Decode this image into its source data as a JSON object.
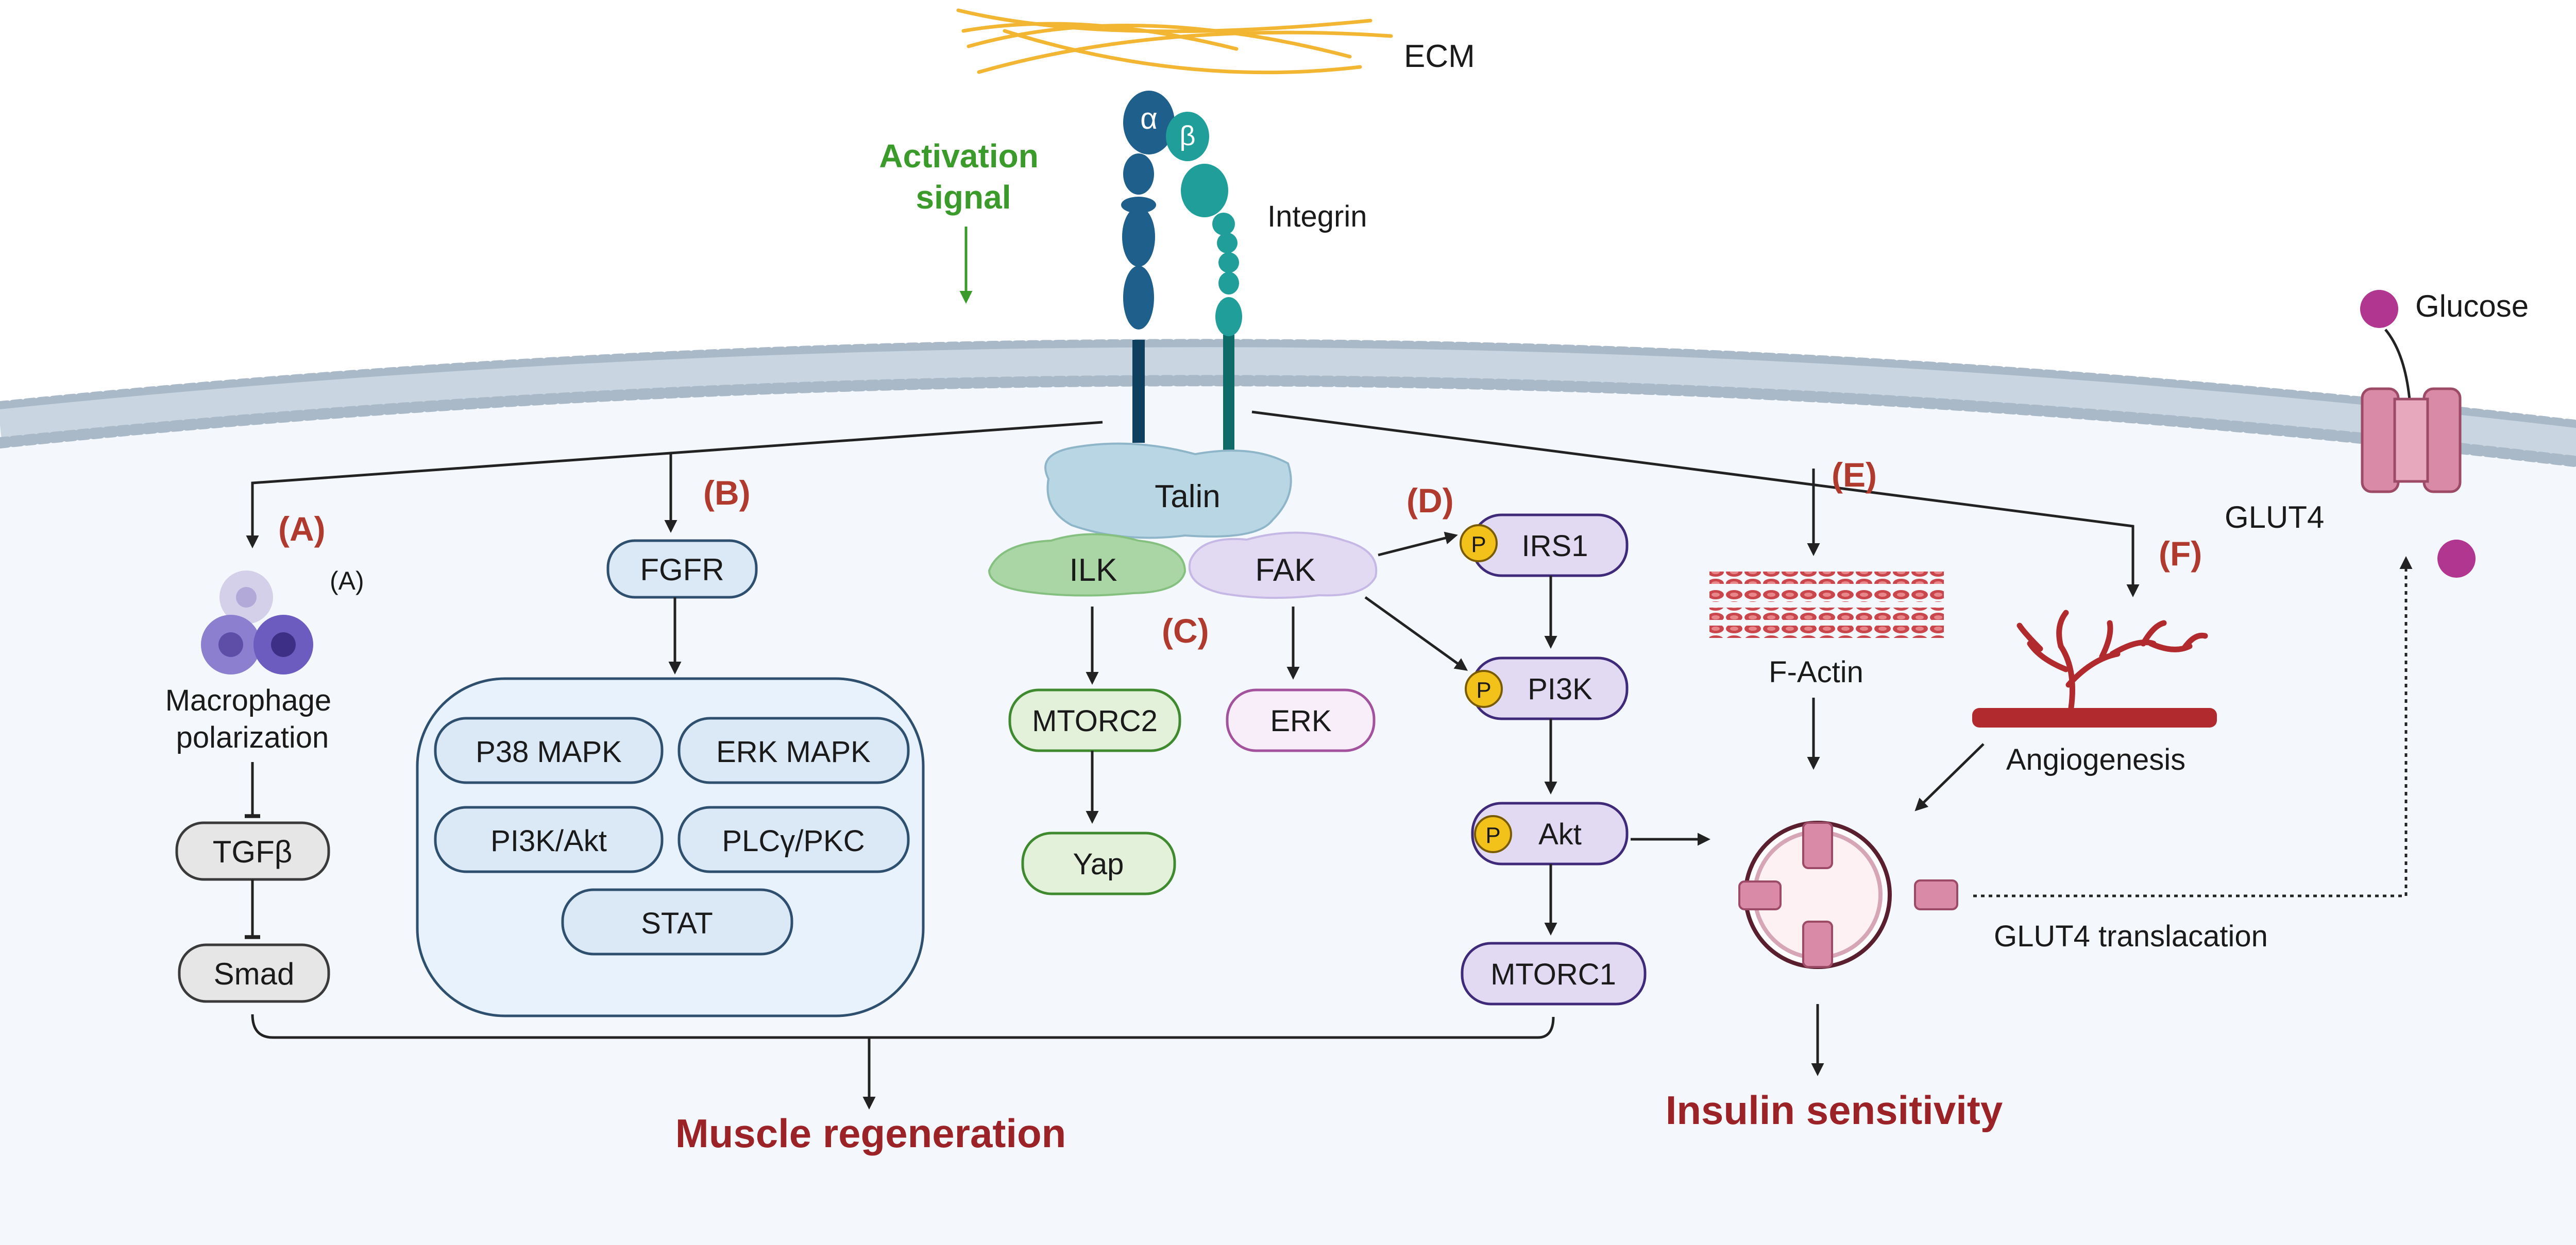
{
  "extracellular": {
    "ecm": "ECM",
    "integrin": "Integrin",
    "alpha": "α",
    "beta": "β",
    "activation_line1": "Activation",
    "activation_line2": "signal",
    "glucose": "Glucose",
    "glut4": "GLUT4"
  },
  "focal_adhesion": {
    "talin": "Talin",
    "ilk": "ILK",
    "fak": "FAK"
  },
  "branch_a": {
    "tag": "(A)",
    "inline_tag": "(A)",
    "macrophage_line1": "Macrophage",
    "macrophage_line2": "polarization",
    "tgfb": "TGFβ",
    "smad": "Smad"
  },
  "branch_b": {
    "tag": "(B)",
    "fgfr": "FGFR",
    "pathways": [
      "P38 MAPK",
      "ERK MAPK",
      "PI3K/Akt",
      "PLCγ/PKC",
      "STAT"
    ]
  },
  "branch_c": {
    "tag": "(C)",
    "mtorc2": "MTORC2",
    "yap": "Yap",
    "erk": "ERK"
  },
  "branch_d": {
    "tag": "(D)",
    "p": "P",
    "irs1": "IRS1",
    "pi3k": "PI3K",
    "akt": "Akt",
    "mtorc1": "MTORC1"
  },
  "branch_e": {
    "tag": "(E)",
    "factin": "F-Actin"
  },
  "branch_f": {
    "tag": "(F)",
    "angiogenesis": "Angiogenesis"
  },
  "outcomes": {
    "glut4_translocation": "GLUT4 translacation",
    "muscle_regeneration": "Muscle regeneration",
    "insulin_sensitivity": "Insulin sensitivity"
  },
  "colors": {
    "membrane": "#b8c6d4",
    "cytoplasm": "#f4f8fc",
    "arrow": "#222222",
    "tag_red": "#b03a2e",
    "outcome_red": "#9b2226",
    "activation_green": "#3a9a2a",
    "integrin_alpha": "#1f5f8b",
    "integrin_beta": "#1f9e9a",
    "ecm_fiber": "#f2b632",
    "p_badge": "#f2c21b",
    "glut4_pink": "#d98aa6",
    "glucose_magenta": "#b0368f"
  }
}
